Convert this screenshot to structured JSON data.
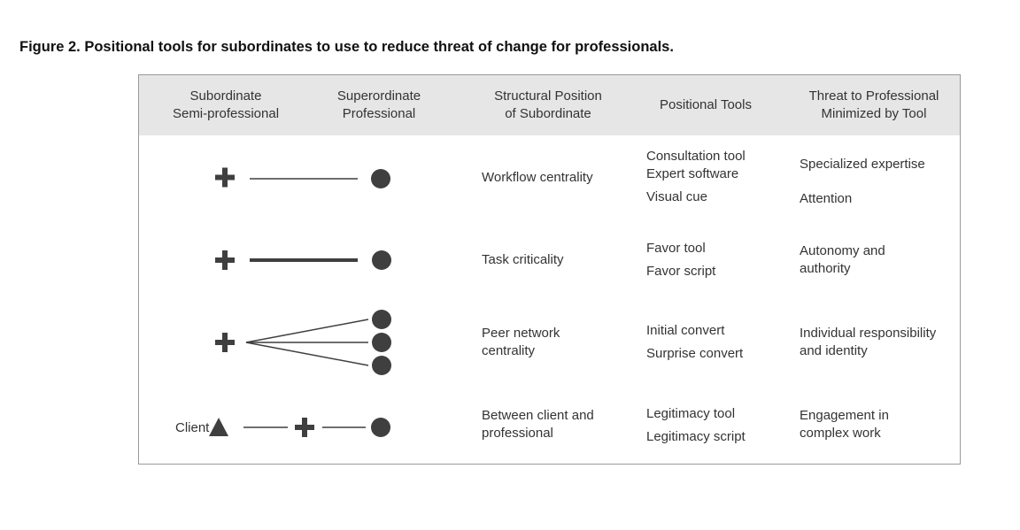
{
  "figure": {
    "title": "Figure 2.  Positional tools for subordinates to use to reduce threat of change for professionals."
  },
  "table": {
    "headers": [
      {
        "line1": "Subordinate",
        "line2": "Semi-professional"
      },
      {
        "line1": "Superordinate",
        "line2": "Professional"
      },
      {
        "line1": "Structural Position",
        "line2": "of Subordinate"
      },
      {
        "line1": "Positional Tools",
        "line2": ""
      },
      {
        "line1": "Threat to Professional",
        "line2": "Minimized by Tool"
      }
    ],
    "rows": [
      {
        "position": [
          "Workflow centrality"
        ],
        "tools": [
          "Consultation tool",
          "Expert software",
          "Visual cue"
        ],
        "threats": [
          "Specialized expertise",
          "Attention"
        ]
      },
      {
        "position": [
          "Task criticality"
        ],
        "tools": [
          "Favor tool",
          "Favor script"
        ],
        "threats": [
          "Autonomy and",
          "authority"
        ]
      },
      {
        "position": [
          "Peer network",
          "centrality"
        ],
        "tools": [
          "Initial convert",
          "Surprise convert"
        ],
        "threats": [
          "Individual responsibility",
          "and identity"
        ]
      },
      {
        "position": [
          "Between client and",
          "professional"
        ],
        "tools": [
          "Legitimacy tool",
          "Legitimacy script"
        ],
        "threats": [
          "Engagement in",
          "complex work"
        ]
      }
    ],
    "client_label": "Client"
  },
  "colors": {
    "header_bg": "#e6e6e6",
    "symbol": "#3f3f3f",
    "border": "#9a9a9a"
  },
  "icons": [
    "plus-icon",
    "circle-icon",
    "triangle-icon"
  ]
}
